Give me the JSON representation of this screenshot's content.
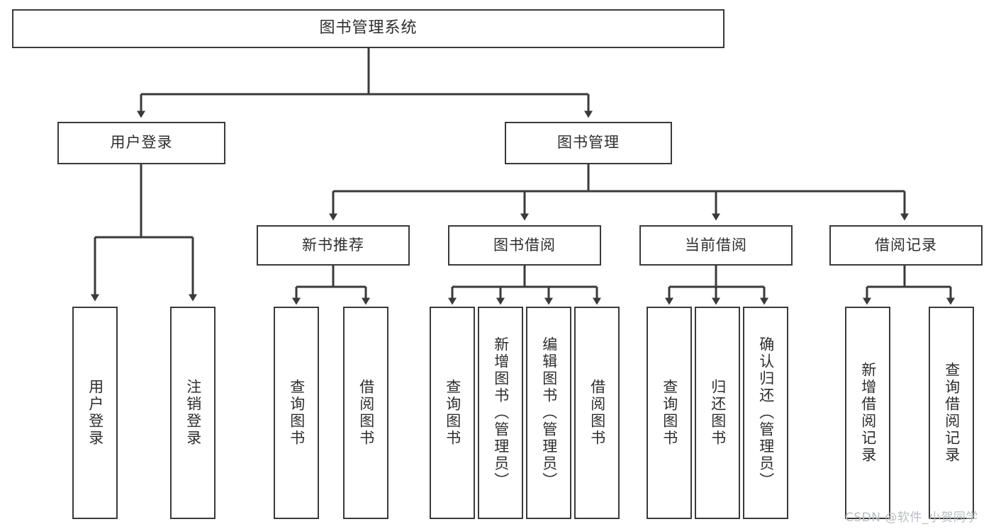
{
  "diagram": {
    "type": "tree",
    "title": "图书管理系统",
    "root": {
      "label": "图书管理系统"
    },
    "level1": [
      {
        "label": "用户登录"
      },
      {
        "label": "图书管理"
      }
    ],
    "level2": [
      {
        "label": "新书推荐"
      },
      {
        "label": "图书借阅"
      },
      {
        "label": "当前借阅"
      },
      {
        "label": "借阅记录"
      }
    ],
    "leaves": {
      "user_login": [
        {
          "label": "用户登录"
        },
        {
          "label": "注销登录"
        }
      ],
      "new_book_recommend": [
        {
          "label": "查询图书"
        },
        {
          "label": "借阅图书"
        }
      ],
      "book_borrow": [
        {
          "label": "查询图书"
        },
        {
          "label": "新增图书（管理员）"
        },
        {
          "label": "编辑图书（管理员）"
        },
        {
          "label": "借阅图书"
        }
      ],
      "current_borrow": [
        {
          "label": "查询图书"
        },
        {
          "label": "归还图书"
        },
        {
          "label": "确认归还（管理员）"
        }
      ],
      "borrow_record": [
        {
          "label": "新增借阅记录"
        },
        {
          "label": "查询借阅记录"
        }
      ]
    },
    "watermark": "CSDN @软件_小贺同学",
    "colors": {
      "stroke": "#3a3a3a",
      "fill": "#ffffff",
      "text": "#2e2e2e",
      "watermark": "#b9bdc2"
    }
  }
}
